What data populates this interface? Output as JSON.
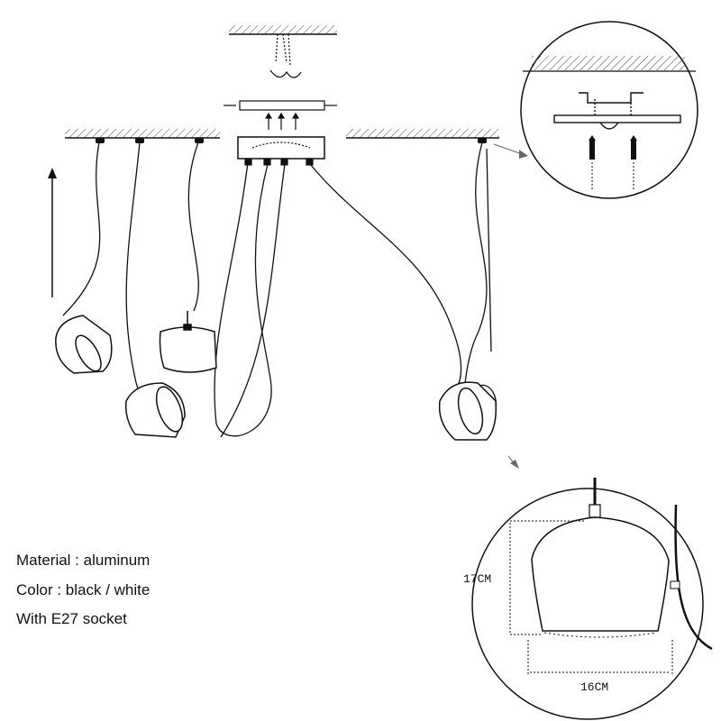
{
  "specs": {
    "material": "Material : aluminum",
    "color": "Color : black / white",
    "socket": "With E27 socket"
  },
  "dimensions": {
    "height": "17CM",
    "width": "16CM"
  },
  "colors": {
    "line": "#111111",
    "hatch": "#444444"
  }
}
